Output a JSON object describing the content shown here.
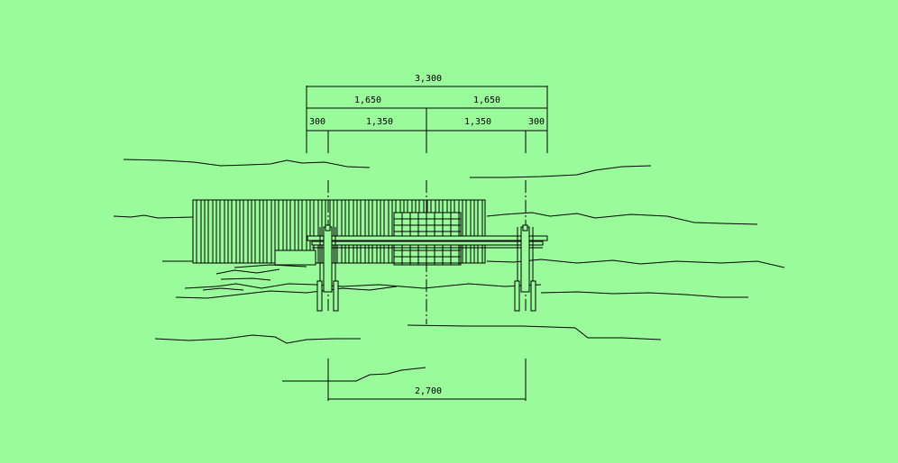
{
  "drawing": {
    "background_color": "#9afb9a",
    "line_color": "#000000",
    "dimensions": {
      "overall_top": "3,300",
      "half_left": "1,650",
      "half_right": "1,650",
      "end_left": "300",
      "inner_left": "1,350",
      "inner_right": "1,350",
      "end_right": "300",
      "span_bottom": "2,700"
    }
  }
}
